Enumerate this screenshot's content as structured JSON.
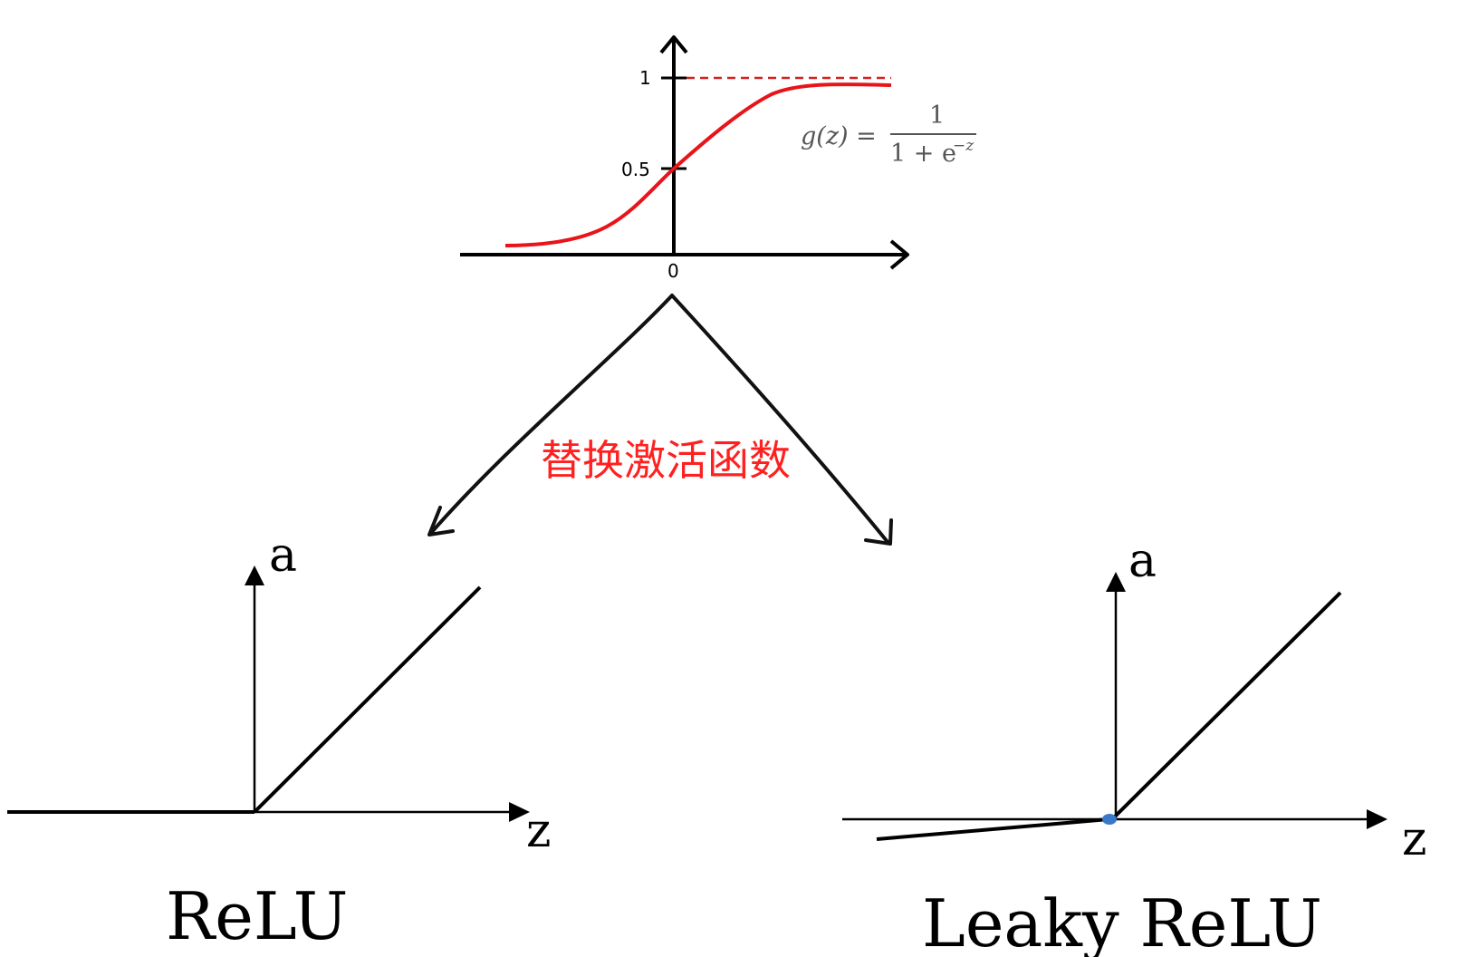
{
  "sigmoid": {
    "y_tick_1": "1",
    "y_tick_half": "0.5",
    "x_tick_0": "0",
    "formula_lhs": "g(z) =",
    "formula_num": "1",
    "formula_den_base": "1 + e",
    "formula_den_exp": "−z",
    "curve_color": "#e8141a"
  },
  "caption": {
    "text": "替换激活函数",
    "color": "#ff2020"
  },
  "relu": {
    "title": "ReLU",
    "y_label": "a",
    "x_label": "z"
  },
  "leaky_relu": {
    "title": "Leaky ReLU",
    "y_label": "a",
    "x_label": "z",
    "origin_dot_color": "#3a78c9"
  }
}
